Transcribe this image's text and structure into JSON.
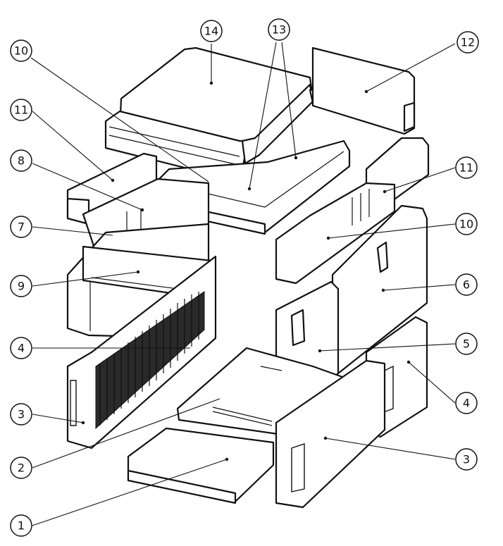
{
  "callouts": [
    {
      "id": "c14",
      "label": "14"
    },
    {
      "id": "c13",
      "label": "13"
    },
    {
      "id": "c12",
      "label": "12"
    },
    {
      "id": "c10a",
      "label": "10"
    },
    {
      "id": "c11a",
      "label": "11"
    },
    {
      "id": "c8",
      "label": "8"
    },
    {
      "id": "c7",
      "label": "7"
    },
    {
      "id": "c9",
      "label": "9"
    },
    {
      "id": "c4a",
      "label": "4"
    },
    {
      "id": "c3a",
      "label": "3"
    },
    {
      "id": "c2",
      "label": "2"
    },
    {
      "id": "c1",
      "label": "1"
    },
    {
      "id": "c11b",
      "label": "11"
    },
    {
      "id": "c10b",
      "label": "10"
    },
    {
      "id": "c6",
      "label": "6"
    },
    {
      "id": "c5",
      "label": "5"
    },
    {
      "id": "c4b",
      "label": "4"
    },
    {
      "id": "c3b",
      "label": "3"
    }
  ]
}
